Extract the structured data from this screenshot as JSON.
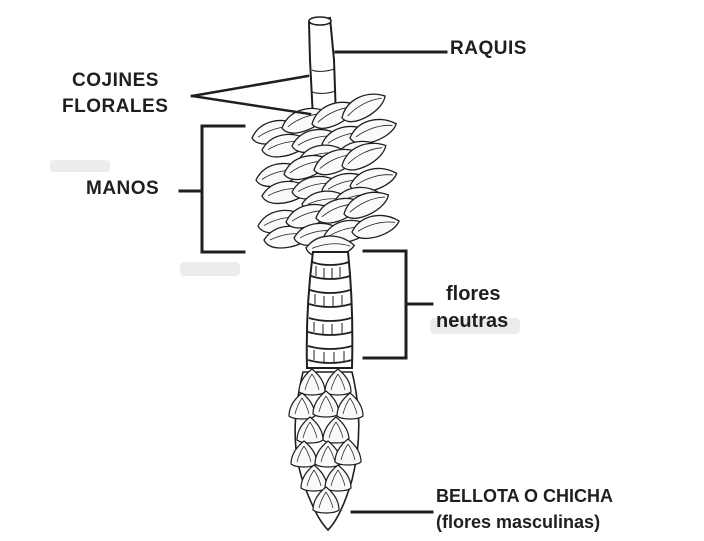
{
  "diagram": {
    "labels": {
      "raquis": "RAQUIS",
      "cojines_line1": "COJINES",
      "cojines_line2": "FLORALES",
      "manos": "MANOS",
      "neutras_line1": "flores",
      "neutras_line2": "neutras",
      "bellota_line1": "BELLOTA O CHICHA",
      "bellota_line2": "(flores masculinas)"
    },
    "colors": {
      "ink": "#1f1f1f",
      "paper": "#ffffff",
      "shadow": "#e9e9e9"
    }
  }
}
